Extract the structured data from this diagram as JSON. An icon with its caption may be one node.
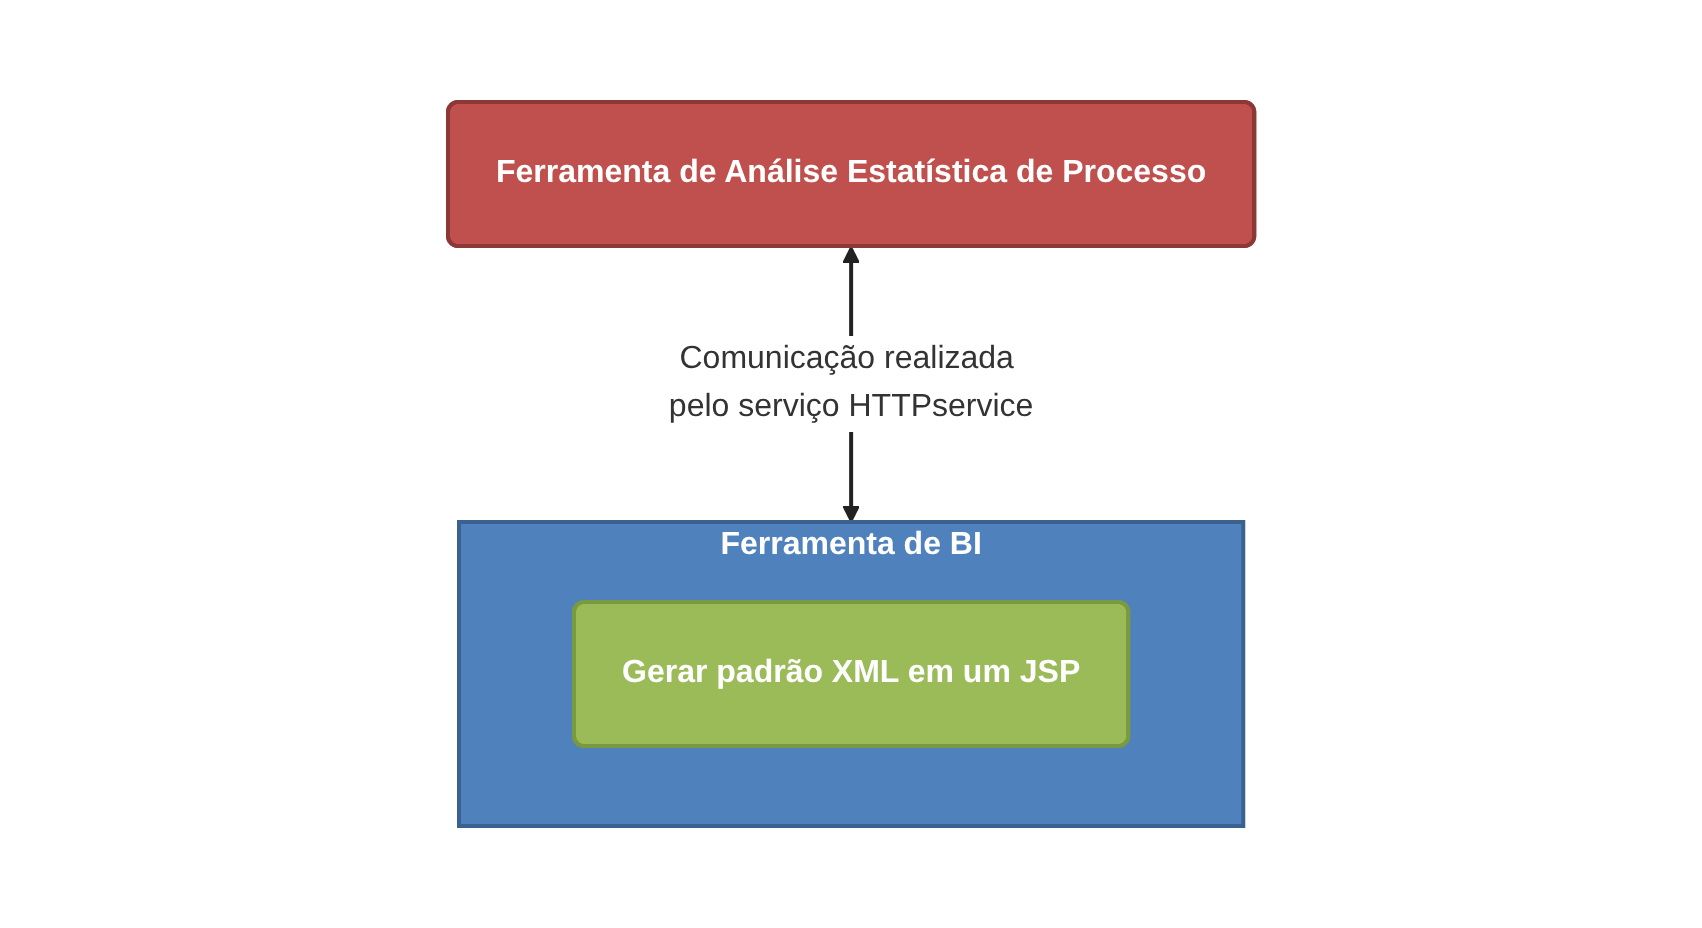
{
  "diagram": {
    "nodes": [
      {
        "text": [
          "Ferramenta de BI"
        ]
      },
      {
        "text": [
          "Gerar padrão XML em um JSP"
        ],
        "in": 0
      },
      {
        "text": [
          "Ferramenta de Análise Estatística de Processo"
        ]
      }
    ],
    "edges": [
      {
        "from": 2,
        "to": 0,
        "arrow": "both",
        "label": "Comunicação realizada pelo serviço HTTPservice"
      }
    ]
  }
}
